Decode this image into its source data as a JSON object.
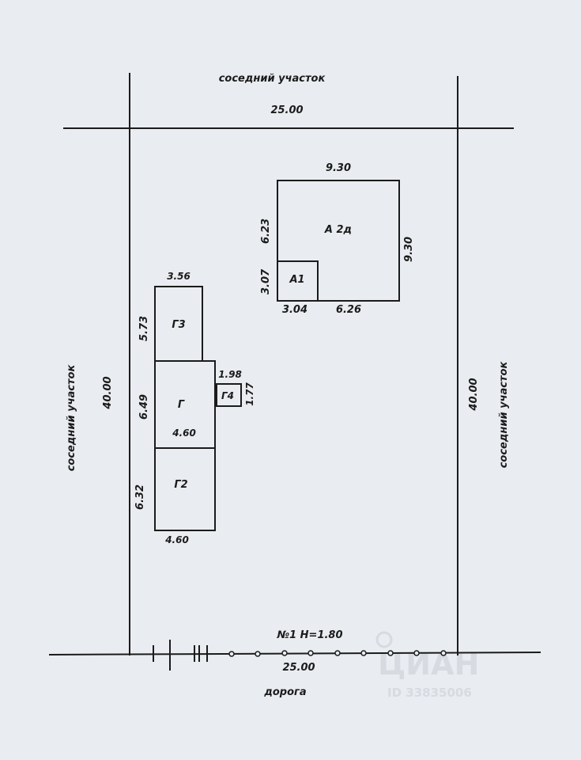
{
  "labels": {
    "top_neighbor": "соседний участок",
    "left_neighbor": "соседний участок",
    "right_neighbor": "соседний участок",
    "road": "дорога",
    "fence_note": "№1 Н=1.80"
  },
  "plot_dimensions": {
    "top": "25.00",
    "bottom": "25.00",
    "left": "40.00",
    "right": "40.00"
  },
  "buildings": {
    "house": {
      "name": "А 2д",
      "top": "9.30",
      "right": "9.30",
      "left": "6.23",
      "bottom_right": "6.26"
    },
    "annex": {
      "name": "А1",
      "left": "3.07",
      "bottom": "3.04"
    },
    "g3": {
      "name": "Г3",
      "top": "3.56",
      "left": "5.73"
    },
    "g": {
      "name": "Г",
      "left": "6.49",
      "bottom": "4.60"
    },
    "g4": {
      "name": "Г4",
      "top": "1.98",
      "right": "1.77"
    },
    "g2": {
      "name": "Г2",
      "left": "6.32",
      "bottom": "4.60"
    }
  },
  "watermark": {
    "brand": "ЦИАН",
    "id": "ID 33835006"
  }
}
